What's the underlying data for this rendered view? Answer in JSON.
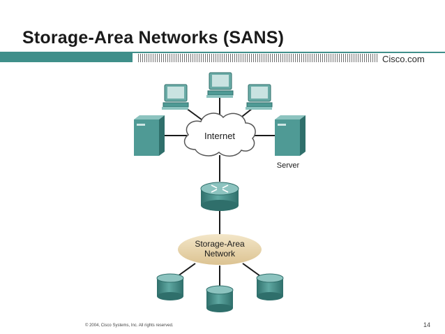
{
  "slide": {
    "title": "Storage-Area Networks (SANS)",
    "brand": "Cisco.com",
    "footer": "© 2004, Cisco Systems, Inc. All rights reserved.",
    "page_number": "14"
  },
  "diagram": {
    "internet_label": "Internet",
    "server_label": "Server",
    "san_label_line1": "Storage-Area",
    "san_label_line2": "Network"
  },
  "colors": {
    "header_bar": "#3f8f8a",
    "device_teal": "#4f9a95",
    "device_light": "#8cc3bf",
    "device_dark": "#2f6f6b",
    "san_ellipse": "#ead8b2",
    "cloud_fill": "#ffffff",
    "line": "#1a1a1a"
  }
}
